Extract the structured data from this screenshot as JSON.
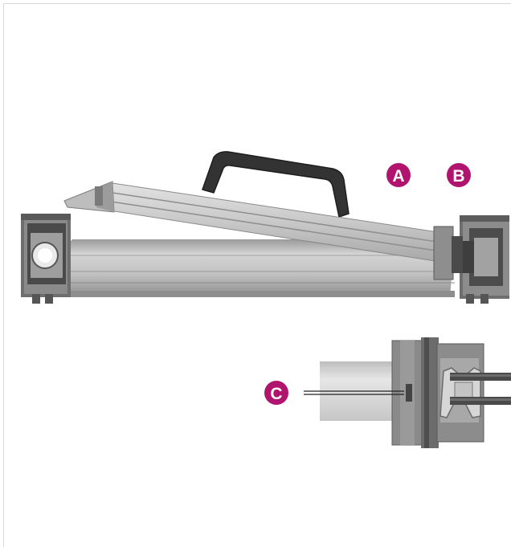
{
  "callouts": {
    "a": {
      "label": "A"
    },
    "b": {
      "label": "B"
    },
    "c": {
      "label": "C"
    }
  },
  "colors": {
    "callout": "#b0146e",
    "rail_light": "#d2d2d2",
    "rail_mid": "#b4b4b4",
    "rail_dark": "#7a7a7a",
    "handle": "#3a3a3a",
    "bracket": "#4a4a4a"
  }
}
